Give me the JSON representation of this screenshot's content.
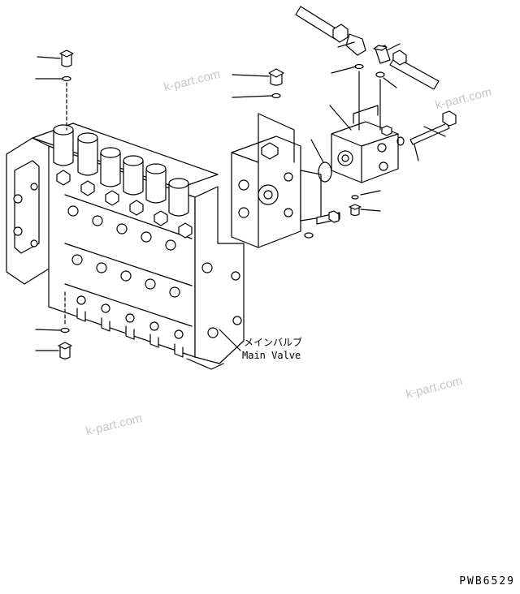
{
  "callout": {
    "jp": "メインバルブ",
    "en": "Main Valve"
  },
  "watermarks": [
    "k-part.com",
    "k-part.com",
    "k-part.com",
    "k-part.com"
  ],
  "drawing_code": "PWB6529",
  "colors": {
    "line": "#000000",
    "fill": "#ffffff",
    "watermark": "#c7c7c7"
  }
}
